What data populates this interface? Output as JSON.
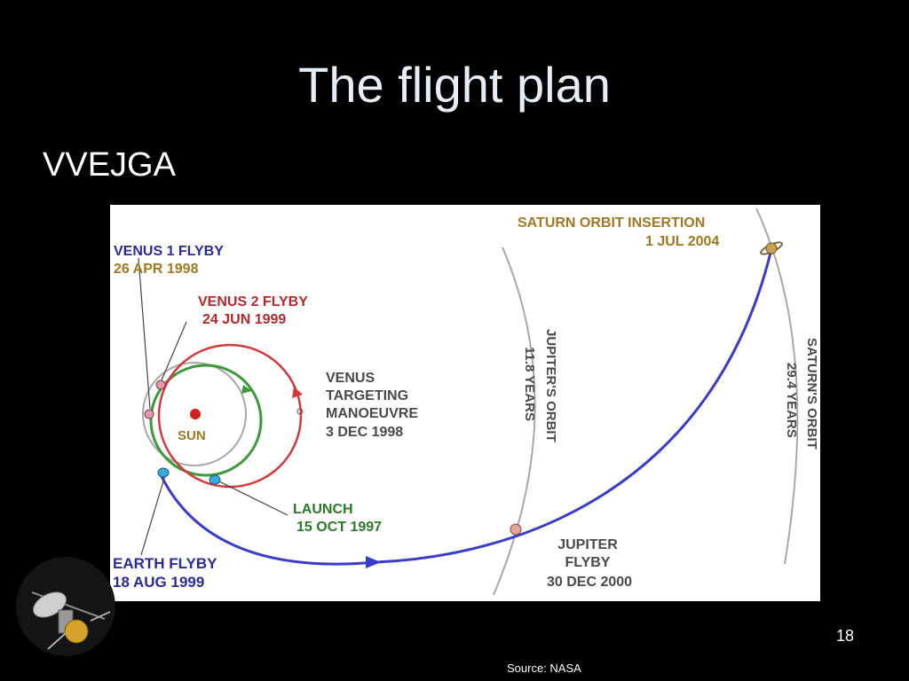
{
  "slide": {
    "title": "The flight plan",
    "bullet": "VVEJGA",
    "page_number": "18",
    "source": "Source: NASA"
  },
  "diagram": {
    "sun_label": "SUN",
    "venus1": {
      "line1": "VENUS 1 FLYBY",
      "line2": "26 APR 1998"
    },
    "venus2": {
      "line1": "VENUS 2 FLYBY",
      "line2": "24 JUN 1999"
    },
    "vtm": {
      "line1": "VENUS",
      "line2": "TARGETING",
      "line3": "MANOEUVRE",
      "line4": "3 DEC 1998"
    },
    "launch": {
      "line1": "LAUNCH",
      "line2": "15 OCT 1997"
    },
    "earth": {
      "line1": "EARTH FLYBY",
      "line2": "18 AUG 1999"
    },
    "jupiter_flyby": {
      "line1": "JUPITER",
      "line2": "FLYBY",
      "line3": "30 DEC 2000"
    },
    "jupiter_orbit": {
      "line1": "JUPITER'S ORBIT",
      "line2": "11.8 YEARS"
    },
    "saturn_orbit": {
      "line1": "SATURN'S ORBIT",
      "line2": "29.4 YEARS"
    },
    "soi": {
      "line1": "SATURN ORBIT INSERTION",
      "line2": "1 JUL 2004"
    },
    "colors": {
      "label_dark": "#4a4a4a",
      "label_blue": "#2a2a9a",
      "label_red": "#b5282e",
      "label_gold": "#a07820",
      "label_green": "#2a7a2a",
      "trajectory_blue": "#3a3acc",
      "orbit_red": "#d23a3a",
      "orbit_green": "#3a9a3a",
      "orbit_gray": "#a8a8a8"
    }
  }
}
